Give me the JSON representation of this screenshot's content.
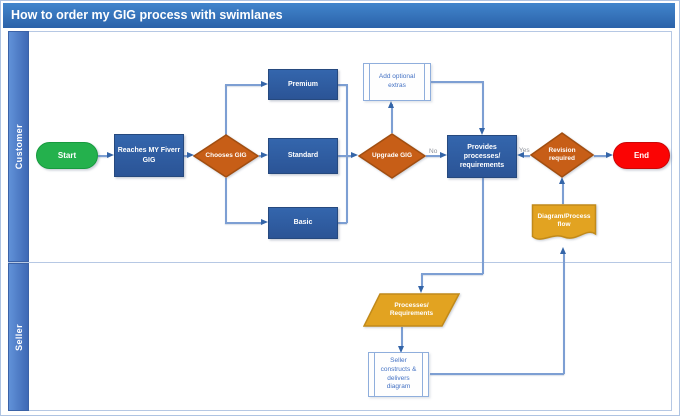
{
  "title": "How to order my GIG process with swimlanes",
  "lanes": [
    {
      "label": "Customer"
    },
    {
      "label": "Seller"
    }
  ],
  "nodes": {
    "start": "Start",
    "reaches_gig": "Reaches MY Fiverr\nGIG",
    "chooses_gig": "Chooses GIG",
    "premium": "Premium",
    "standard": "Standard",
    "basic": "Basic",
    "add_optional_extras": "Add optional\nextras",
    "upgrade_gig": "Upgrade GIG",
    "provides_requirements": "Provides processes/\nrequirements",
    "revision_required": "Revision\nrequired",
    "end": "End",
    "diagram_process_flow": "Diagram/Process\nflow",
    "processes_requirements": "Processes/\nRequirements",
    "seller_constructs": "Seller\nconstructs &\ndelivers\ndiagram"
  },
  "edge_labels": {
    "no": "No",
    "yes": "Yes"
  },
  "colors": {
    "title_bar_blue": "#3576BE",
    "lane_bar_blue": "#4A79C4",
    "process_blue": "#2F5FA7",
    "decision_orange": "#C75E17",
    "start_green": "#24B14D",
    "end_red": "#FB0404",
    "doc_gold": "#E2A321",
    "connector_blue": "#7D9FD3",
    "white_box_text_blue": "#4472C4"
  }
}
